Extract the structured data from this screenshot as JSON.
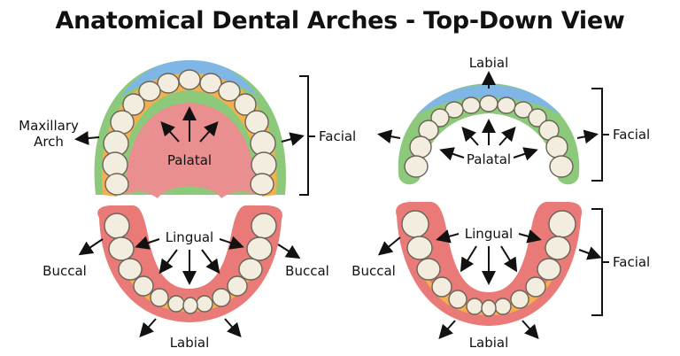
{
  "title": "Anatomical Dental Arches - Top-Down View",
  "labels": {
    "maxillary_arch_line1": "Maxillary",
    "maxillary_arch_line2": "Arch",
    "palatal_left": "Palatal",
    "facial_upper_left": "Facial",
    "lingual_left": "Lingual",
    "buccal_left_outer": "Buccal",
    "buccal_left_inner": "Buccal",
    "labial_bottom_left": "Labial",
    "labial_top_right": "Labial",
    "palatal_right": "Palatal",
    "facial_upper_right": "Facial",
    "lingual_right": "Lingual",
    "buccal_right": "Buccal",
    "facial_lower_right": "Facial",
    "labial_bottom_right": "Labial"
  },
  "colors": {
    "labial_zone": "#7fb6e6",
    "buccal_zone": "#8cc97a",
    "lingual_zone": "#f4b04e",
    "lower_buccal_zone": "#e97a78",
    "palate": "#ea8f8f",
    "tooth": "#f3ede0",
    "tooth_outline": "#6b6456"
  }
}
